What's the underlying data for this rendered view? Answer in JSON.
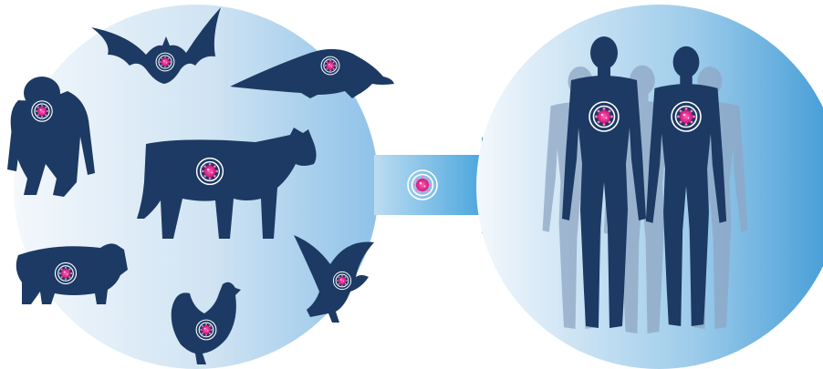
{
  "diagram": {
    "source_group": {
      "animals": [
        {
          "name": "bat",
          "icon": "bat-icon"
        },
        {
          "name": "pangolin",
          "icon": "pangolin-icon"
        },
        {
          "name": "chimpanzee",
          "icon": "chimpanzee-icon"
        },
        {
          "name": "cow",
          "icon": "cow-icon"
        },
        {
          "name": "pig",
          "icon": "pig-icon"
        },
        {
          "name": "chicken",
          "icon": "chicken-icon"
        },
        {
          "name": "bird",
          "icon": "bird-icon"
        }
      ]
    },
    "transmission": {
      "icon": "virus-icon",
      "direction": "right"
    },
    "target_group": {
      "humans": [
        {
          "name": "man",
          "icon": "man-icon"
        },
        {
          "name": "woman",
          "icon": "woman-icon"
        }
      ]
    }
  },
  "colors": {
    "silhouette": "#1c3a63",
    "silhouette_faded": "#8fa6c4",
    "circle_light": "#f4f8fc",
    "circle_dark": "#4aa0d8",
    "arrow": "#5db0e0",
    "virus": "#e0288a",
    "ring": "#ffffff"
  }
}
